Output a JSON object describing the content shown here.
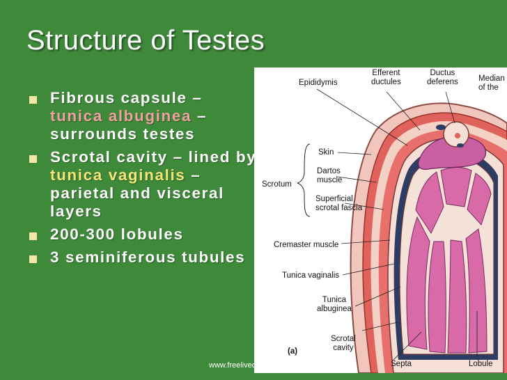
{
  "title": "Structure of Testes",
  "bullets": [
    {
      "parts": [
        {
          "text": "Fibrous capsule – ",
          "hl": ""
        },
        {
          "text": "tunica albuginea",
          "hl": "pink"
        },
        {
          "text": " – surrounds testes",
          "hl": ""
        }
      ]
    },
    {
      "parts": [
        {
          "text": "Scrotal cavity – lined by ",
          "hl": ""
        },
        {
          "text": "tunica vaginalis",
          "hl": "yellow"
        },
        {
          "text": " – parietal and visceral layers",
          "hl": ""
        }
      ]
    },
    {
      "parts": [
        {
          "text": "200-300 lobules",
          "hl": ""
        }
      ]
    },
    {
      "parts": [
        {
          "text": "3 seminiferous tubules",
          "hl": ""
        }
      ]
    }
  ],
  "figure": {
    "labels": {
      "epididymis": "Epididymis",
      "efferent": "Efferent\nductules",
      "ductus": "Ductus\ndeferens",
      "median": "Median\nof the",
      "skin": "Skin",
      "dartos": "Dartos\nmuscle",
      "scrotum": "Scrotum",
      "superficial": "Superficial\nscrotal fascia",
      "cremaster": "Cremaster muscle",
      "vaginalis": "Tunica vaginalis",
      "albuginea": "Tunica\nalbuginea",
      "cavity": "Scrotal\ncavity",
      "panel": "(a)",
      "septa": "Septa",
      "lobule": "Lobule"
    }
  },
  "footer": "www.freelivedoctor.com",
  "colors": {
    "background": "#3f8a3a",
    "pink_highlight": "#f0a0a0",
    "yellow_highlight": "#f4e47a",
    "bullet_square": "#f2e7a6"
  }
}
